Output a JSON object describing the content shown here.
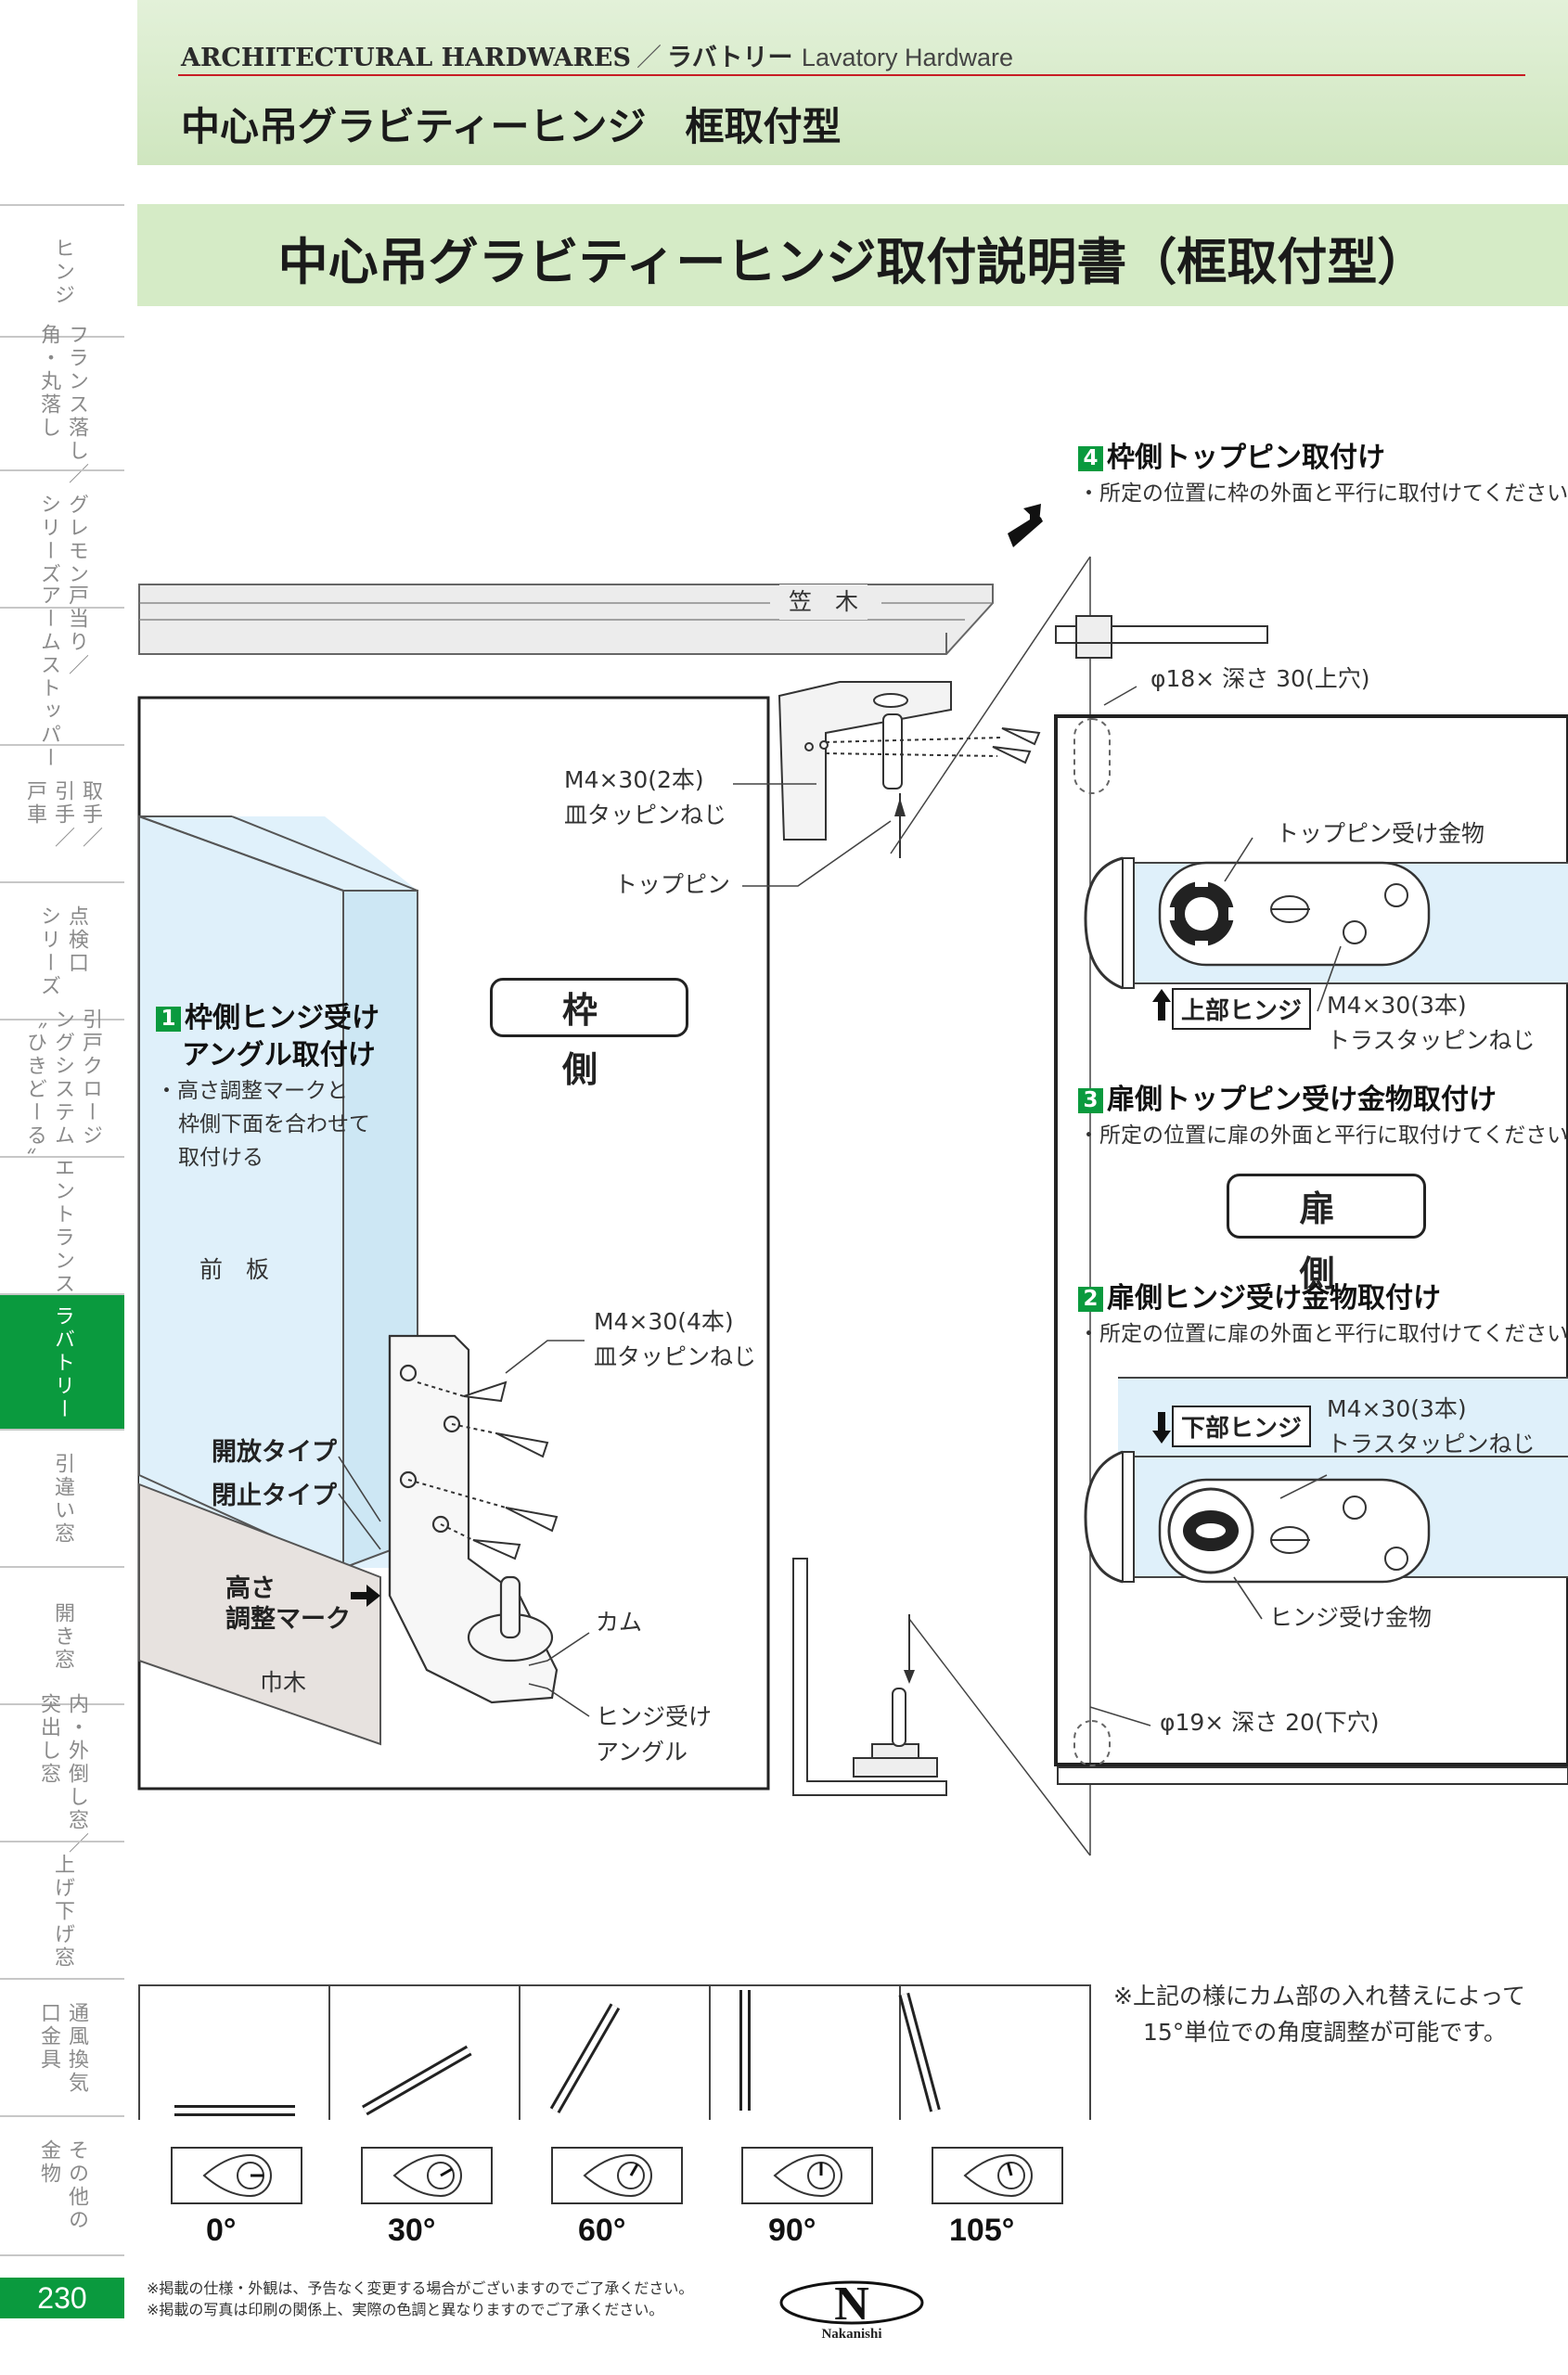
{
  "header": {
    "brand": "ARCHITECTURAL HARDWARES",
    "separator": "／",
    "category_jp": "ラバトリー",
    "category_en": "Lavatory Hardware",
    "page_title": "中心吊グラビティーヒンジ　框取付型"
  },
  "banner_title": "中心吊グラビティーヒンジ取付説明書（框取付型）",
  "side_index": [
    {
      "label": "ヒンジ"
    },
    {
      "label": "フランス落し／\n角・丸落し"
    },
    {
      "label": "グレモン\nシリーズ"
    },
    {
      "label": "戸当り／\nアームストッパー"
    },
    {
      "label": "取手／\n引手／\n戸車"
    },
    {
      "label": "点検口\nシリーズ"
    },
    {
      "label": "引戸クロージ\nングシステム\n〝ひきどーる〟"
    },
    {
      "label": "エントランス"
    },
    {
      "label": "ラバトリー",
      "active": true
    },
    {
      "label": "引違い窓"
    },
    {
      "label": "開き窓"
    },
    {
      "label": "内・外倒し窓／\n突出し窓"
    },
    {
      "label": "上げ下げ窓"
    },
    {
      "label": "通風換気\n口金具"
    },
    {
      "label": "その他の\n金物"
    }
  ],
  "labels": {
    "kasagi": "笠　木",
    "screw_2": "M4×30(2本)",
    "screw_2_type": "皿タッピンねじ",
    "top_pin": "トップピン",
    "frame_side": "枠　側",
    "front_plate": "前　板",
    "habaki": "巾木",
    "screw_4": "M4×30(4本)",
    "screw_4_type": "皿タッピンねじ",
    "open_type": "開放タイプ",
    "closed_type": "閉止タイプ",
    "height_mark_1": "高さ",
    "height_mark_2": "調整マーク",
    "cam": "カム",
    "hinge_angle_1": "ヒンジ受け",
    "hinge_angle_2": "アングル",
    "hole_top": "φ18× 深さ 30(上穴)",
    "top_pin_receiver": "トップピン受け金物",
    "upper_hinge": "上部ヒンジ",
    "screw_3a": "M4×30(3本)",
    "screw_3a_type": "トラスタッピンねじ",
    "door_side": "扉　側",
    "lower_hinge": "下部ヒンジ",
    "screw_3b": "M4×30(3本)",
    "screw_3b_type": "トラスタッピンねじ",
    "hinge_receiver": "ヒンジ受け金物",
    "hole_bottom": "φ19× 深さ 20(下穴)"
  },
  "steps": [
    {
      "num": "1",
      "title_1": "枠側ヒンジ受け",
      "title_2": "アングル取付け",
      "desc_1": "・高さ調整マークと",
      "desc_2": "枠側下面を合わせて",
      "desc_3": "取付ける"
    },
    {
      "num": "2",
      "title": "扉側ヒンジ受け金物取付け",
      "desc": "・所定の位置に扉の外面と平行に取付けてください。"
    },
    {
      "num": "3",
      "title": "扉側トップピン受け金物取付け",
      "desc": "・所定の位置に扉の外面と平行に取付けてください。"
    },
    {
      "num": "4",
      "title": "枠側トップピン取付け",
      "desc": "・所定の位置に枠の外面と平行に取付けてください。"
    }
  ],
  "angle_note_1": "※上記の様にカム部の入れ替えによって",
  "angle_note_2": "15°単位での角度調整が可能です。",
  "angles": [
    {
      "label": "0°",
      "deg": 0
    },
    {
      "label": "30°",
      "deg": 30
    },
    {
      "label": "60°",
      "deg": 60
    },
    {
      "label": "90°",
      "deg": 90
    },
    {
      "label": "105°",
      "deg": 105
    }
  ],
  "footer": {
    "page_number": "230",
    "note_1": "※掲載の仕様・外観は、予告なく変更する場合がございますのでご了承ください。",
    "note_2": "※掲載の写真は印刷の関係上、実際の色調と異なりますのでご了承ください。",
    "logo_letter": "N",
    "logo_word": "Nakanishi"
  },
  "colors": {
    "accent_green": "#0a9a3e",
    "band_green": "#d5ebc6",
    "panel_blue": "#dff0fa",
    "floor_gray": "#e7e2df",
    "header_rule": "#c81d25"
  }
}
